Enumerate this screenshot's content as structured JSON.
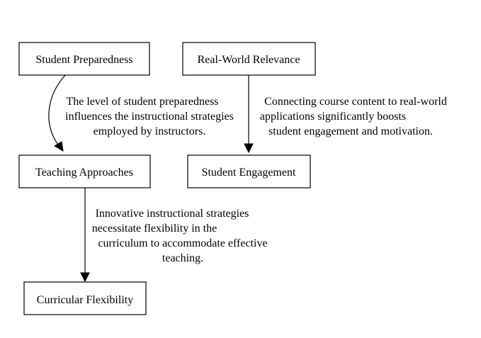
{
  "diagram": {
    "nodes": {
      "student_preparedness": "Student Preparedness",
      "real_world_relevance": "Real-World Relevance",
      "teaching_approaches": "Teaching Approaches",
      "student_engagement": "Student Engagement",
      "curricular_flexibility": "Curricular Flexibility"
    },
    "edges": {
      "prep_to_teaching": [
        "The level of student preparedness",
        "influences the instructional strategies",
        "employed by instructors."
      ],
      "relevance_to_engagement": [
        "Connecting course content to real-world",
        "applications significantly boosts",
        "student engagement and motivation."
      ],
      "teaching_to_flexibility": [
        "Innovative instructional strategies",
        "necessitate flexibility in the",
        "curriculum to accommodate effective",
        "teaching."
      ]
    }
  }
}
